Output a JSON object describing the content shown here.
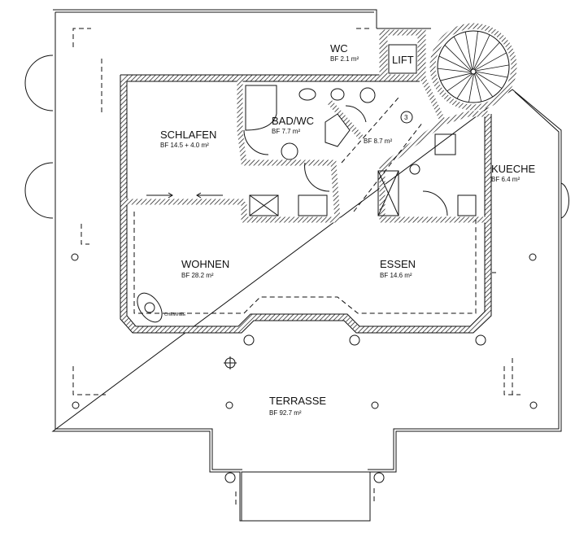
{
  "plan": {
    "rooms": [
      {
        "id": "wc",
        "name": "WC",
        "area": "BF 2.1 m²"
      },
      {
        "id": "lift",
        "name": "LIFT"
      },
      {
        "id": "schlafen",
        "name": "SCHLAFEN",
        "area": "BF 14.5 + 4.0 m²"
      },
      {
        "id": "bad",
        "name": "BAD/WC",
        "area": "BF 7.7 m²"
      },
      {
        "id": "flur",
        "area": "BF 8.7 m²",
        "marker": "3"
      },
      {
        "id": "kueche",
        "name": "KUECHE",
        "area": "BF 6.4 m²"
      },
      {
        "id": "wohnen",
        "name": "WOHNEN",
        "area": "BF 28.2 m²"
      },
      {
        "id": "essen",
        "name": "ESSEN",
        "area": "BF 14.6 m²"
      },
      {
        "id": "terrasse",
        "name": "TERRASSE",
        "area": "BF 92.7 m²"
      }
    ],
    "chimney_label": "CHEMINEE",
    "line_color": "#111111"
  }
}
